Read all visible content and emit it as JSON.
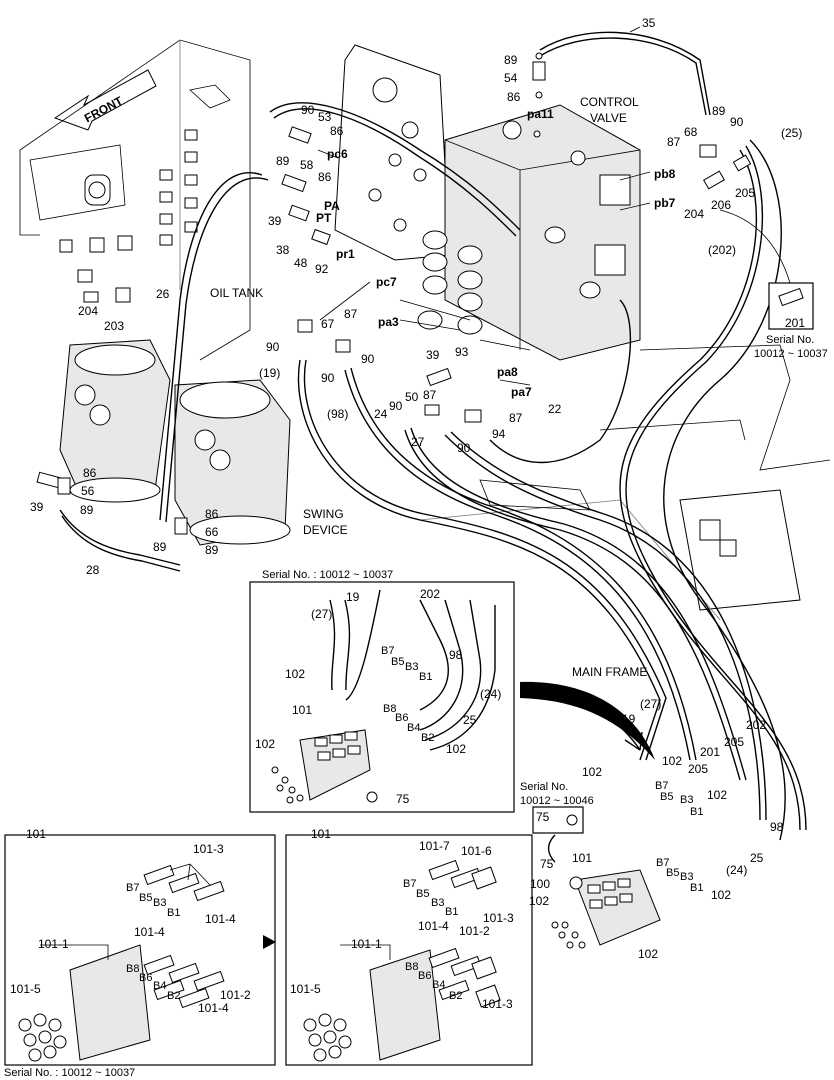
{
  "labels": {
    "front": "FRONT",
    "control_valve": "CONTROL\nVALVE",
    "control_valve_1": "CONTROL",
    "control_valve_2": "VALVE",
    "oil_tank": "OIL TANK",
    "swing_device_1": "SWING",
    "swing_device_2": "DEVICE",
    "main_frame": "MAIN FRAME",
    "serial_center": "Serial No. : 10012 ~ 10037",
    "serial_bottom": "Serial No. : 10012 ~ 10037",
    "serial_right_1": "Serial No.",
    "serial_right_2": "10012 ~ 10037",
    "serial_mid_1": "Serial No.",
    "serial_mid_2": "10012 ~ 10046"
  },
  "ports": [
    "pa11",
    "pc6",
    "PA",
    "PT",
    "pr1",
    "pc7",
    "pa3",
    "pa8",
    "pa7",
    "pb8",
    "pb7"
  ],
  "part_numbers": {
    "p35": "35",
    "p89a": "89",
    "p54": "54",
    "p86a": "86",
    "p90a": "90",
    "p53": "53",
    "p86b": "86",
    "p89b": "89",
    "p58": "58",
    "p86c": "86",
    "p39a": "39",
    "p38": "38",
    "p48": "48",
    "p92": "92",
    "p26": "26",
    "p204a": "204",
    "p203": "203",
    "p87a": "87",
    "p68": "68",
    "p89c": "89",
    "p90b": "90",
    "p25a": "(25)",
    "p205a": "205",
    "p204b": "204",
    "p206": "206",
    "p202a": "(202)",
    "p201a": "201",
    "p90c": "90",
    "p19a": "(19)",
    "p67": "67",
    "p87b": "87",
    "p90d": "90",
    "p90e": "90",
    "p98a": "(98)",
    "p24": "24",
    "p39b": "39",
    "p93": "93",
    "p50": "50",
    "p87c": "87",
    "p90f": "90",
    "p27": "27",
    "p87d": "87",
    "p94": "94",
    "p90g": "90",
    "p22": "22",
    "p86d": "86",
    "p56": "56",
    "p39c": "39",
    "p89d": "89",
    "p86e": "86",
    "p66": "66",
    "p89e": "89",
    "p89f": "89",
    "p28": "28",
    "c19": "19",
    "c27": "(27)",
    "c202": "202",
    "cB7": "B7",
    "cB5": "B5",
    "cB3": "B3",
    "cB1": "B1",
    "c98": "98",
    "c24": "(24)",
    "c102a": "102",
    "c101": "101",
    "cB8": "B8",
    "cB6": "B6",
    "cB4": "B4",
    "cB2": "B2",
    "c25": "25",
    "c102b": "102",
    "c102c": "102",
    "c75": "75",
    "r27": "(27)",
    "r19": "19",
    "r202": "202",
    "r102a": "102",
    "r201": "201",
    "r205a": "205",
    "r205b": "205",
    "r102b": "102",
    "rB7a": "B7",
    "rB5a": "B5",
    "rB3a": "B3",
    "r102c": "102",
    "rB1a": "B1",
    "r98": "98",
    "r75a": "75",
    "r75b": "75",
    "r101": "101",
    "r100": "100",
    "rB7b": "B7",
    "rB5b": "B5",
    "rB3b": "B3",
    "rB1b": "B1",
    "r25": "25",
    "r24": "(24)",
    "r102d": "102",
    "r102e": "102",
    "r102f": "102",
    "l101": "101",
    "l1013": "101-3",
    "lB7": "B7",
    "lB5": "B5",
    "lB3": "B3",
    "lB1": "B1",
    "l1014a": "101-4",
    "l1014b": "101-4",
    "lB8": "B8",
    "lB6": "B6",
    "lB4": "B4",
    "lB2": "B2",
    "l1012": "101-2",
    "l1014c": "101-4",
    "l1011": "101-1",
    "l1015": "101-5",
    "m101": "101",
    "m1017": "101-7",
    "m1016": "101-6",
    "mB7": "B7",
    "mB5": "B5",
    "mB3": "B3",
    "mB1": "B1",
    "m1013a": "101-3",
    "m1014": "101-4",
    "m1012": "101-2",
    "mB8": "B8",
    "mB6": "B6",
    "mB4": "B4",
    "mB2": "B2",
    "m1013b": "101-3",
    "m1011": "101-1",
    "m1015": "101-5"
  },
  "colors": {
    "line": "#000000",
    "background": "#ffffff",
    "grey": "#e8e8e8"
  }
}
